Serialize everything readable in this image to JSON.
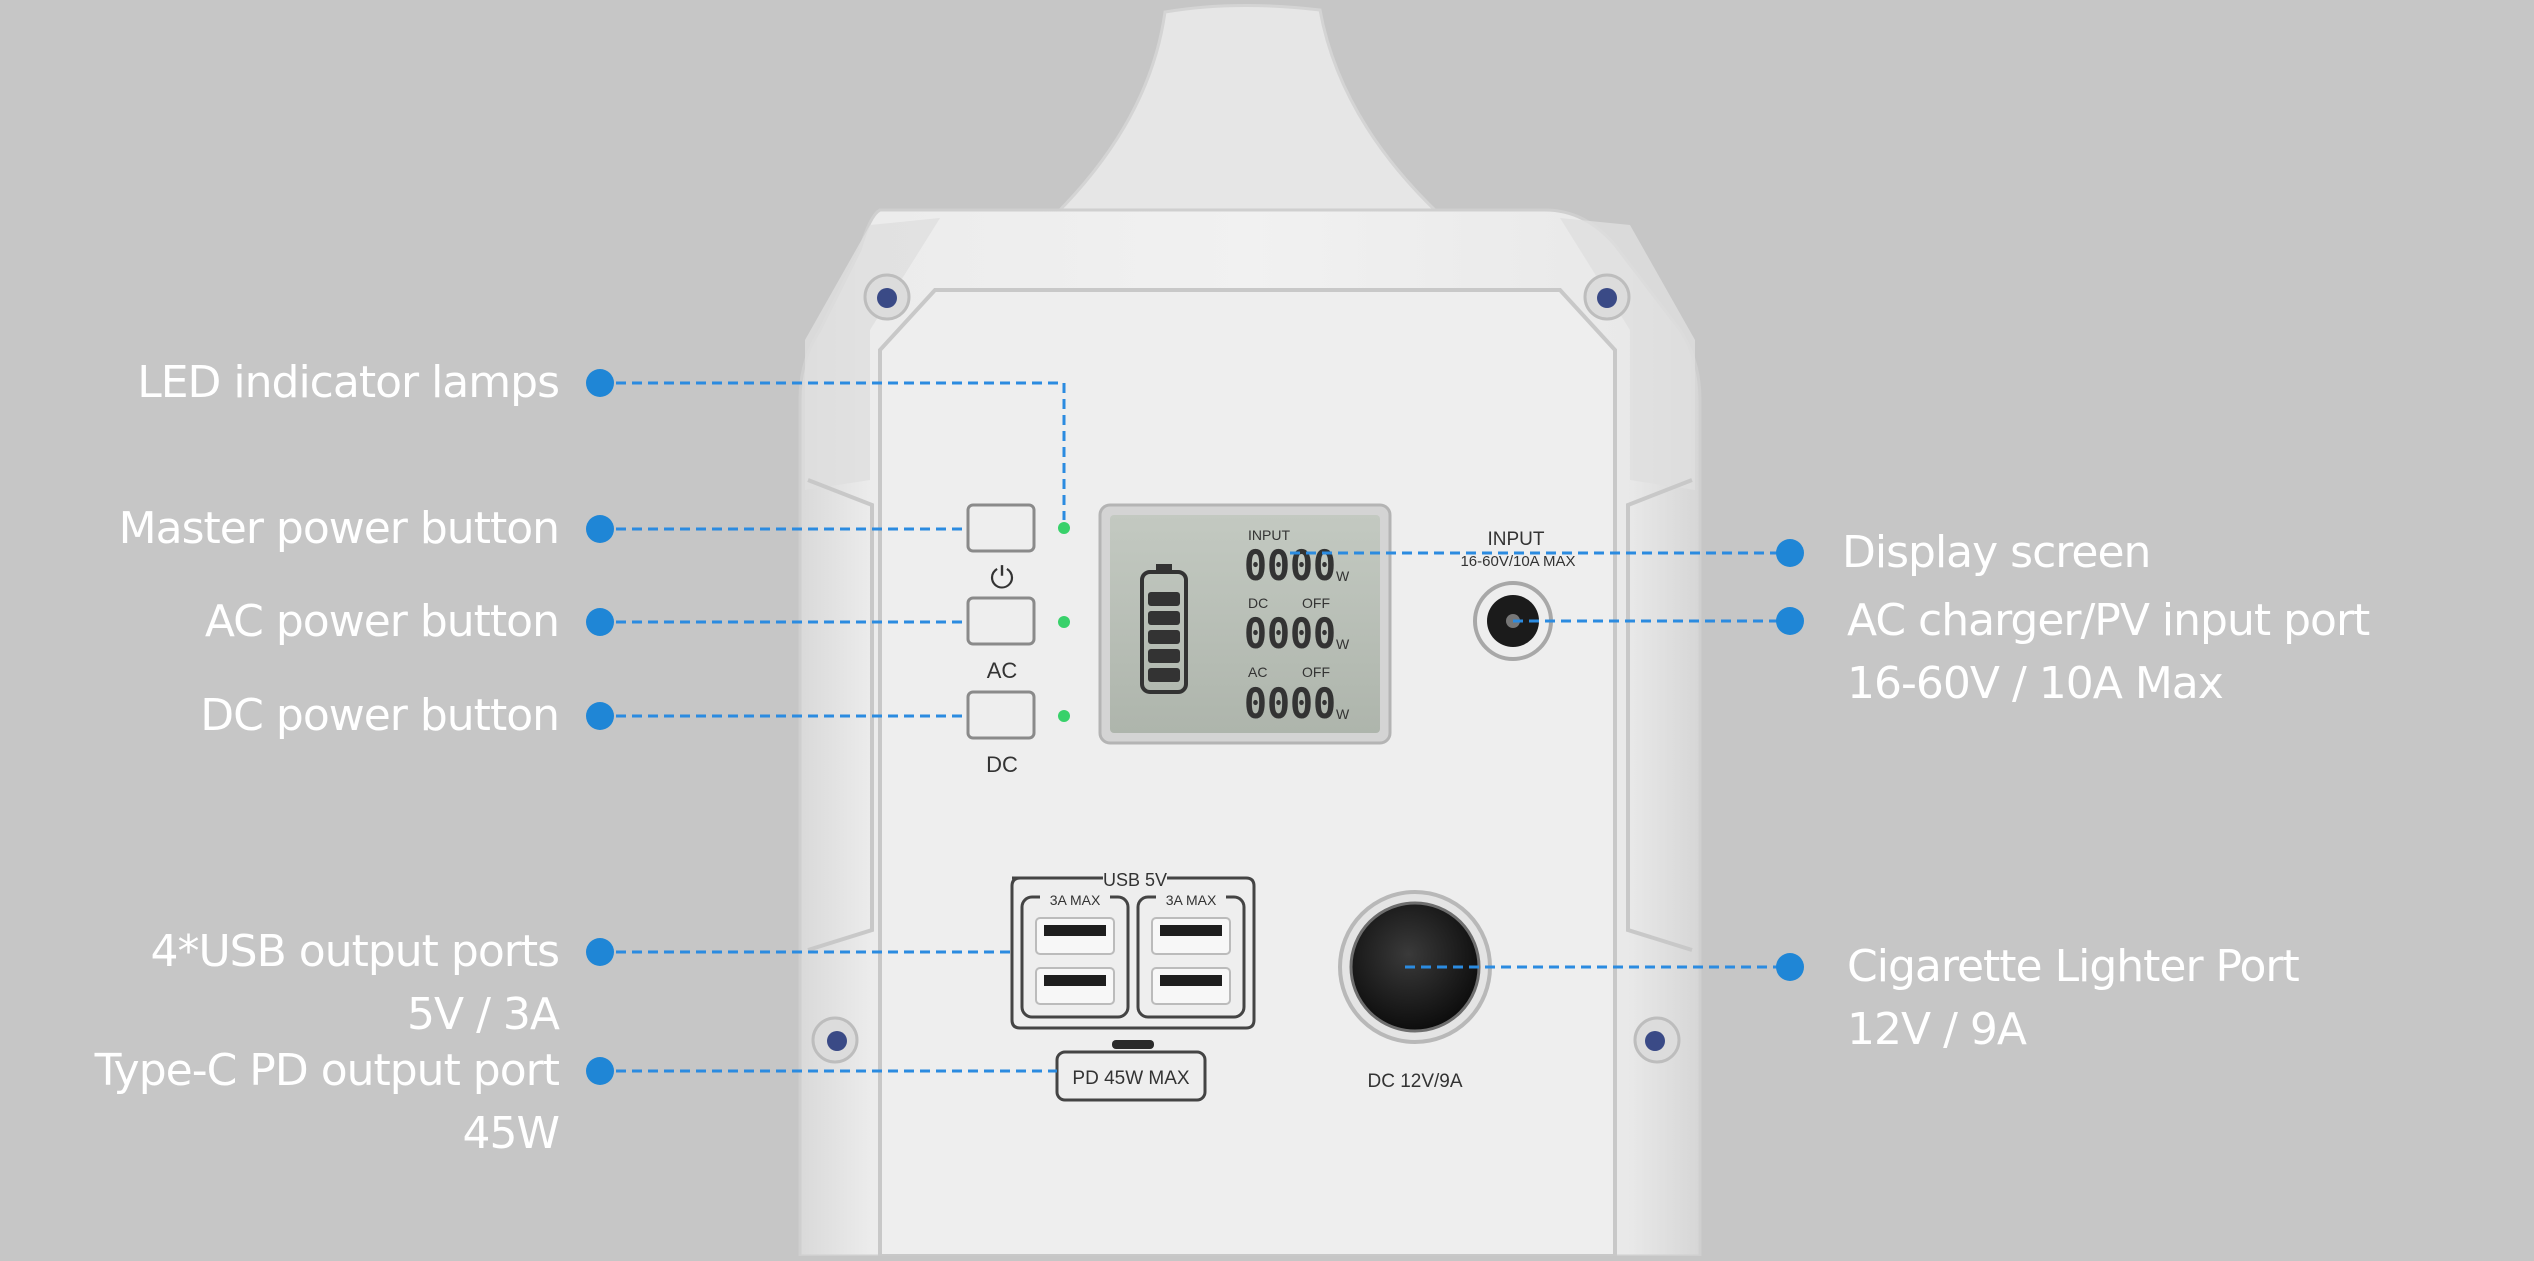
{
  "callouts": {
    "led": "LED indicator lamps",
    "master": "Master power button",
    "ac_button": "AC power button",
    "dc_button": "DC power button",
    "usb_line1": "4*USB output ports",
    "usb_line2": "5V / 3A",
    "typec_line1": "Type-C PD output port",
    "typec_line2": "45W",
    "display": "Display screen",
    "input_line1": "AC charger/PV input port",
    "input_line2": "16-60V / 10A Max",
    "cig_line1": "Cigarette Lighter Port",
    "cig_line2": "12V / 9A"
  },
  "device": {
    "power_symbol": "⏻",
    "ac_label": "AC",
    "dc_label": "DC",
    "input_label": "INPUT",
    "input_rating": "16-60V/10A MAX",
    "usb_title": "USB 5V",
    "usb_max_left": "3A MAX",
    "usb_max_right": "3A MAX",
    "pd_label": "PD 45W MAX",
    "cig_rating": "DC 12V/9A"
  },
  "lcd": {
    "input_label": "INPUT",
    "dc_label": "DC",
    "dc_state": "OFF",
    "ac_label": "AC",
    "ac_state": "OFF",
    "input_value": "0000",
    "dc_value": "0000",
    "ac_value": "0000",
    "unit": "W"
  },
  "colors": {
    "background": "#c6c6c6",
    "callout_dot": "#1f86d6",
    "callout_line": "#2b8be0",
    "led": "#38d16a",
    "lcd_screen": "#b6bdb4"
  }
}
